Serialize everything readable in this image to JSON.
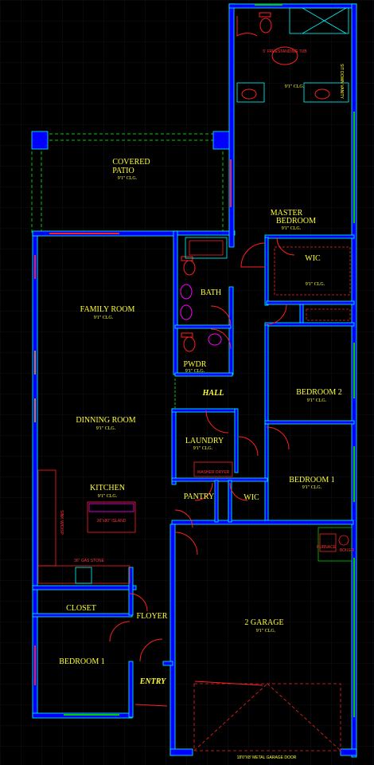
{
  "rooms": {
    "covered_patio": {
      "name_line1": "COVERED",
      "name_line2": "PATIO",
      "ceiling": "9'1\" CLG."
    },
    "master_bedroom": {
      "name_line1": "MASTER",
      "name_line2": "BEDROOM",
      "ceiling": "9'1\" CLG."
    },
    "master_bath": {
      "ceiling": "9'1\" CLG.",
      "tub": "5' FREESTANDING TUB",
      "vanity": "SIT DOWN VANITY"
    },
    "wic_master": {
      "name": "WIC",
      "ceiling": "9'1\" CLG."
    },
    "family_room": {
      "name": "FAMILY ROOM",
      "ceiling": "9'1\" CLG."
    },
    "bath": {
      "name": "BATH"
    },
    "pwdr": {
      "name": "PWDR",
      "ceiling": "9'1\" CLG."
    },
    "hall": {
      "name": "HALL"
    },
    "bedroom_2": {
      "name": "BEDROOM 2",
      "ceiling": "9'1\" CLG."
    },
    "dinning_room": {
      "name": "DINNING ROOM",
      "ceiling": "9'1\" CLG."
    },
    "laundry": {
      "name": "LAUNDRY",
      "ceiling": "9'1\" CLG.",
      "appliances": "WASHER   DRYER"
    },
    "bedroom_1_east": {
      "name": "BEDROOM 1",
      "ceiling": "9'1\" CLG."
    },
    "kitchen": {
      "name": "KITCHEN",
      "ceiling": "9'1\" CLG.",
      "island": "36\"x80\" ISLAND",
      "stove": "36\" GAS STONE",
      "sink": "SINK W/DISP"
    },
    "pantry": {
      "name": "PANTRY"
    },
    "wic_hall": {
      "name": "WIC"
    },
    "closet": {
      "name": "CLOSET"
    },
    "floyer": {
      "name": "FLOYER"
    },
    "garage": {
      "name": "2 GARAGE",
      "ceiling": "9'1\" CLG.",
      "door": "18'0\"X8' METAL GARAGE DOOR",
      "furnace": "FURNACE",
      "boiler": "BOILER"
    },
    "bedroom_1_west": {
      "name": "BEDROOM 1"
    },
    "entry": {
      "name": "ENTRY"
    }
  },
  "colors": {
    "background": "#000000",
    "wall": "#0000ff",
    "wall_outline": "#00ffff",
    "door": "#ff2020",
    "label": "#ffff33",
    "dashed": "#00cc00",
    "fixture": "#ff00ff"
  }
}
